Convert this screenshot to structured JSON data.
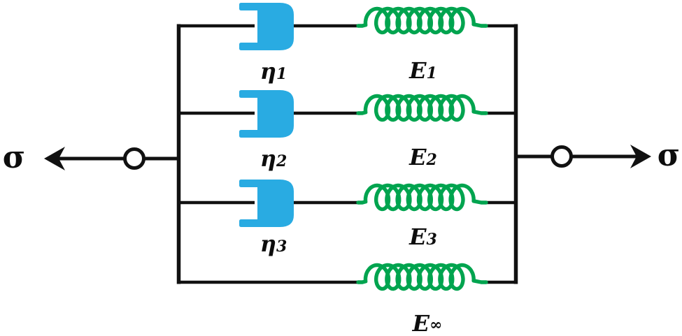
{
  "figure": {
    "title_hint": "generalized-maxwell-viscoelastic-model",
    "background": "#ffffff",
    "colors": {
      "wire": "#111111",
      "dashpot": "#29abe2",
      "spring": "#00a44f"
    },
    "spring_loops": 8,
    "stress": {
      "left": "σ",
      "right": "σ"
    },
    "branches": [
      {
        "dashpot": {
          "symbol": "η",
          "sub": "1"
        },
        "spring": {
          "symbol": "E",
          "sub": "1"
        }
      },
      {
        "dashpot": {
          "symbol": "η",
          "sub": "2"
        },
        "spring": {
          "symbol": "E",
          "sub": "2"
        }
      },
      {
        "dashpot": {
          "symbol": "η",
          "sub": "3"
        },
        "spring": {
          "symbol": "E",
          "sub": "3"
        }
      },
      {
        "spring": {
          "symbol": "E",
          "sub": "∞"
        }
      }
    ]
  }
}
